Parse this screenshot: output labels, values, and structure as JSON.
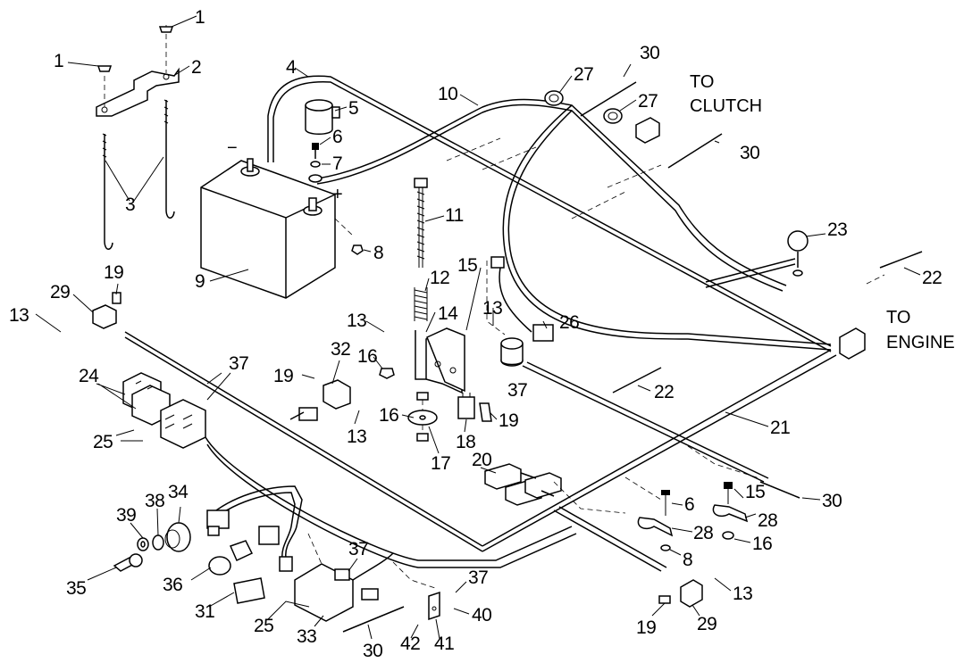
{
  "callouts": [
    {
      "n": "1"
    },
    {
      "n": "1"
    },
    {
      "n": "2"
    },
    {
      "n": "3"
    },
    {
      "n": "4"
    },
    {
      "n": "5"
    },
    {
      "n": "6"
    },
    {
      "n": "7"
    },
    {
      "n": "8"
    },
    {
      "n": "9"
    },
    {
      "n": "10"
    },
    {
      "n": "11"
    },
    {
      "n": "12"
    },
    {
      "n": "13"
    },
    {
      "n": "13"
    },
    {
      "n": "13"
    },
    {
      "n": "13"
    },
    {
      "n": "13"
    },
    {
      "n": "14"
    },
    {
      "n": "15"
    },
    {
      "n": "15"
    },
    {
      "n": "16"
    },
    {
      "n": "16"
    },
    {
      "n": "16"
    },
    {
      "n": "17"
    },
    {
      "n": "18"
    },
    {
      "n": "19"
    },
    {
      "n": "19"
    },
    {
      "n": "19"
    },
    {
      "n": "19"
    },
    {
      "n": "20"
    },
    {
      "n": "21"
    },
    {
      "n": "22"
    },
    {
      "n": "22"
    },
    {
      "n": "23"
    },
    {
      "n": "24"
    },
    {
      "n": "25"
    },
    {
      "n": "25"
    },
    {
      "n": "26"
    },
    {
      "n": "27"
    },
    {
      "n": "27"
    },
    {
      "n": "28"
    },
    {
      "n": "28"
    },
    {
      "n": "29"
    },
    {
      "n": "29"
    },
    {
      "n": "30"
    },
    {
      "n": "30"
    },
    {
      "n": "30"
    },
    {
      "n": "30"
    },
    {
      "n": "31"
    },
    {
      "n": "32"
    },
    {
      "n": "33"
    },
    {
      "n": "34"
    },
    {
      "n": "35"
    },
    {
      "n": "36"
    },
    {
      "n": "37"
    },
    {
      "n": "37"
    },
    {
      "n": "37"
    },
    {
      "n": "37"
    },
    {
      "n": "38"
    },
    {
      "n": "39"
    },
    {
      "n": "40"
    },
    {
      "n": "41"
    },
    {
      "n": "42"
    },
    {
      "n": "6"
    },
    {
      "n": "8"
    }
  ],
  "labels": {
    "to_clutch_line1": "TO",
    "to_clutch_line2": "CLUTCH",
    "to_engine_line1": "TO",
    "to_engine_line2": "ENGINE",
    "battery_negative": "−",
    "battery_positive": "+"
  },
  "colors": {
    "line": "#000000",
    "background": "#ffffff"
  }
}
